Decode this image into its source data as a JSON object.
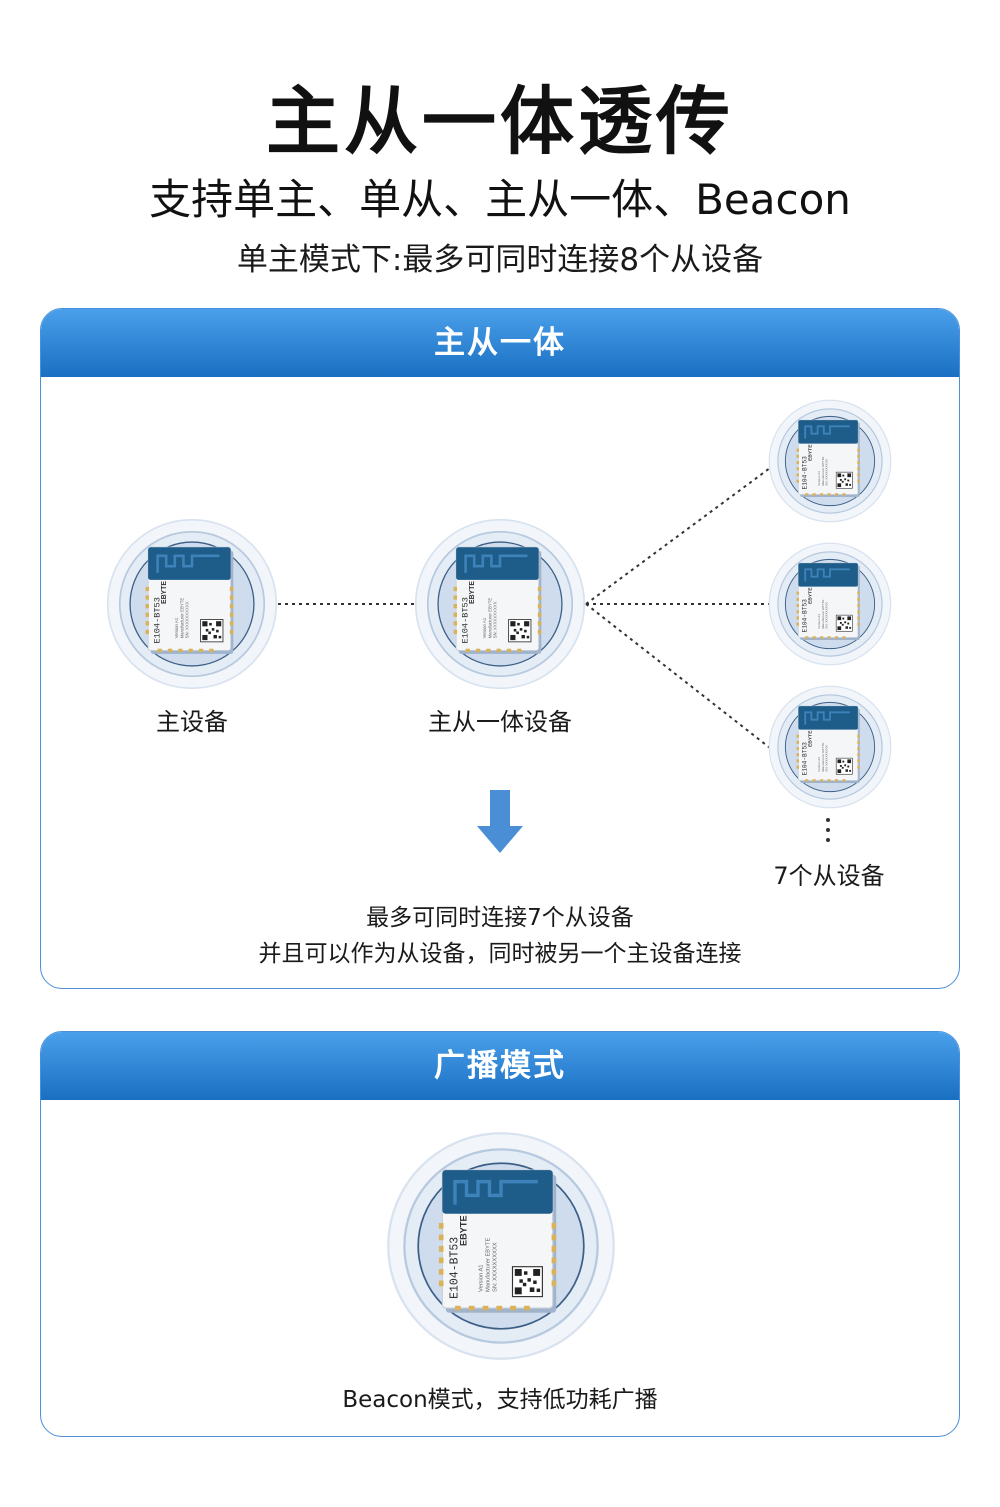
{
  "header": {
    "title": "主从一体透传",
    "subtitle": "支持单主、单从、主从一体、Beacon",
    "note": "单主模式下:最多可同时连接8个从设备"
  },
  "panel1": {
    "title": "主从一体",
    "master_label": "主设备",
    "hybrid_label": "主从一体设备",
    "slaves_label": "7个从设备",
    "desc_line1": "最多可同时连接7个从设备",
    "desc_line2": "并且可以作为从设备，同时被另一个主设备连接"
  },
  "panel2": {
    "title": "广播模式",
    "desc": "Beacon模式，支持低功耗广播"
  },
  "module": {
    "brand": "EBYTE",
    "model": "E104",
    "model_suffix": "BT53"
  },
  "colors": {
    "header_top": "#4aa0ea",
    "header_bottom": "#1a6fc2",
    "module_pcb": "#1e5c8a",
    "arrow": "#4a8fd6"
  }
}
